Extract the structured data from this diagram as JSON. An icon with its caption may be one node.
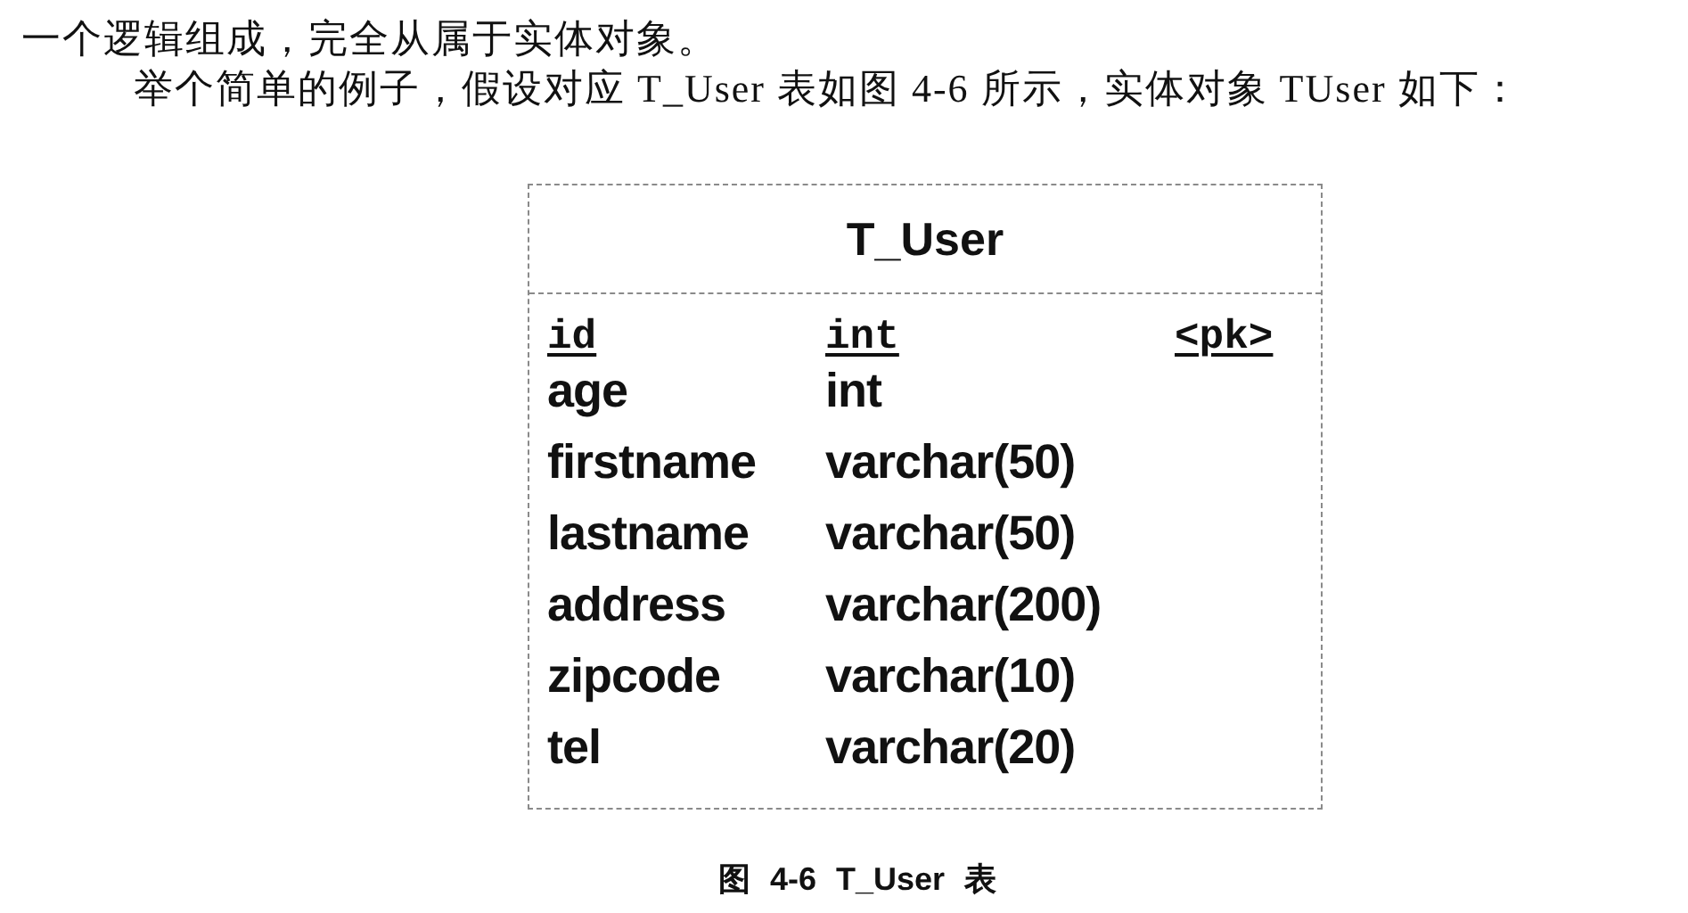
{
  "diagram": {
    "caption": "图 4-6 T_User 表",
    "nodes": [
      {
        "text": [
          "T_User",
          "id",
          "int",
          "<pk>",
          "age",
          "int",
          "firstname",
          "varchar(50)",
          "lastname",
          "varchar(50)",
          "address",
          "varchar(200)",
          "zipcode",
          "varchar(10)",
          "tel",
          "varchar(20)"
        ]
      }
    ],
    "labels": [
      "一个逻辑组成，完全从属于实体对象。",
      "举个简单的例子，假设对应 T_User 表如图 4-6 所示，实体对象 TUser 如下："
    ]
  }
}
